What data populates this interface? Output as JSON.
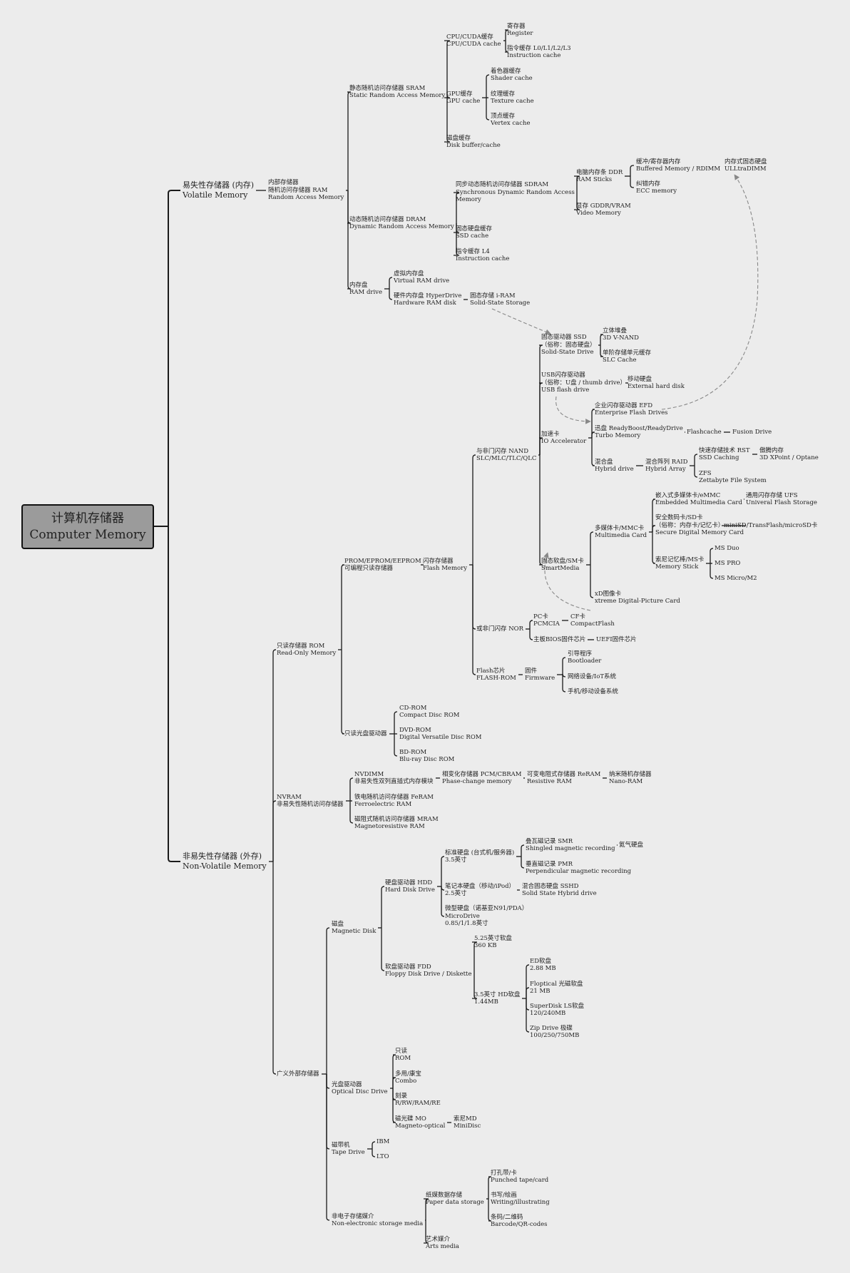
{
  "root": {
    "zh": "计算机存储器",
    "en": "Computer Memory"
  },
  "nodes": [
    {
      "id": "volatile",
      "parent": "root",
      "lines": [
        "易失性存储器 (内存)",
        "Volatile Memory"
      ]
    },
    {
      "id": "nonvolatile",
      "parent": "root",
      "lines": [
        "非易失性存储器 (外存)",
        "Non-Volatile Memory"
      ]
    },
    {
      "id": "internal",
      "parent": "volatile",
      "lines": [
        "内部存储器",
        "随机访问存储器 RAM",
        "Random Access Memory"
      ]
    },
    {
      "id": "sram",
      "parent": "internal",
      "lines": [
        "静态随机访问存储器 SRAM",
        "Static Random Access Memory"
      ]
    },
    {
      "id": "dram",
      "parent": "internal",
      "lines": [
        "动态随机访问存储器 DRAM",
        "Dynamic Random Access Memory"
      ]
    },
    {
      "id": "ramdrive",
      "parent": "internal",
      "lines": [
        "内存盘",
        "RAM drive"
      ]
    },
    {
      "id": "cpucache",
      "parent": "sram",
      "lines": [
        "CPU/CUDA缓存",
        "CPU/CUDA cache"
      ]
    },
    {
      "id": "gpucache",
      "parent": "sram",
      "lines": [
        "GPU缓存",
        "GPU cache"
      ]
    },
    {
      "id": "diskbuf",
      "parent": "sram",
      "lines": [
        "磁盘缓存",
        "Disk buffer/cache"
      ]
    },
    {
      "id": "register",
      "parent": "cpucache",
      "lines": [
        "寄存器",
        "Register"
      ]
    },
    {
      "id": "instcache",
      "parent": "cpucache",
      "lines": [
        "指令缓存 L0/L1/L2/L3",
        "Instruction cache"
      ]
    },
    {
      "id": "shader",
      "parent": "gpucache",
      "lines": [
        "着色器缓存",
        "Shader cache"
      ]
    },
    {
      "id": "texture",
      "parent": "gpucache",
      "lines": [
        "纹理缓存",
        "Texture cache"
      ]
    },
    {
      "id": "vertex",
      "parent": "gpucache",
      "lines": [
        "顶点缓存",
        "Vertex cache"
      ]
    },
    {
      "id": "sdram",
      "parent": "dram",
      "lines": [
        "同步动态随机访问存储器 SDRAM",
        "Synchronous Dynamic Random Access",
        "Memory"
      ]
    },
    {
      "id": "ssdcache",
      "parent": "dram",
      "lines": [
        "固态硬盘缓存",
        "SSD cache"
      ]
    },
    {
      "id": "l4",
      "parent": "dram",
      "lines": [
        "指令缓存 L4",
        "Instruction cache"
      ]
    },
    {
      "id": "ddr",
      "parent": "sdram",
      "lines": [
        "电脑内存条 DDR",
        "RAM Sticks"
      ]
    },
    {
      "id": "gddr",
      "parent": "sdram",
      "lines": [
        "显存 GDDR/VRAM",
        "Video Memory"
      ]
    },
    {
      "id": "rdimm",
      "parent": "ddr",
      "lines": [
        "缓冲/寄存器内存",
        "Buffered Memory / RDIMM"
      ]
    },
    {
      "id": "ecc",
      "parent": "ddr",
      "lines": [
        "纠错内存",
        "ECC memory"
      ]
    },
    {
      "id": "ulltra",
      "parent": "rdimm",
      "lines": [
        "内存式固态硬盘",
        "ULLtraDIMM"
      ]
    },
    {
      "id": "vramdrive",
      "parent": "ramdrive",
      "lines": [
        "虚拟内存盘",
        "Virtual RAM drive"
      ]
    },
    {
      "id": "hyperdrive",
      "parent": "ramdrive",
      "lines": [
        "硬件内存盘 HyperDrive",
        "Hardware RAM disk"
      ]
    },
    {
      "id": "iram",
      "parent": "hyperdrive",
      "lines": [
        "固态存储 i-RAM",
        "Solid-State Storage"
      ]
    },
    {
      "id": "rom",
      "parent": "nonvolatile",
      "lines": [
        "只读存储器 ROM",
        "Read-Only Memory"
      ]
    },
    {
      "id": "nvram",
      "parent": "nonvolatile",
      "lines": [
        "NVRAM",
        "非易失性随机访问存储器"
      ]
    },
    {
      "id": "external",
      "parent": "nonvolatile",
      "lines": [
        "广义外部存储器"
      ]
    },
    {
      "id": "prom",
      "parent": "rom",
      "lines": [
        "PROM/EPROM/EEPROM",
        "可编程只读存储器"
      ]
    },
    {
      "id": "opticalro",
      "parent": "rom",
      "lines": [
        "只读光盘驱动器"
      ]
    },
    {
      "id": "flash",
      "parent": "prom",
      "lines": [
        "闪存存储器",
        "Flash Memory"
      ]
    },
    {
      "id": "nand",
      "parent": "flash",
      "lines": [
        "与非门闪存 NAND",
        "SLC/MLC/TLC/QLC"
      ]
    },
    {
      "id": "nor",
      "parent": "flash",
      "lines": [
        "或非门闪存 NOR"
      ]
    },
    {
      "id": "flashrom",
      "parent": "flash",
      "lines": [
        "Flash芯片",
        "FLASH-ROM"
      ]
    },
    {
      "id": "ssd",
      "parent": "nand",
      "lines": [
        "固态驱动器 SSD",
        "（俗称：固态硬盘）",
        "Solid-State Drive"
      ]
    },
    {
      "id": "usb",
      "parent": "nand",
      "lines": [
        "USB闪存驱动器",
        "（俗称：U盘 / thumb drive）",
        "USB flash drive"
      ]
    },
    {
      "id": "ioacc",
      "parent": "nand",
      "lines": [
        "加速卡",
        "IO Accelerator"
      ]
    },
    {
      "id": "smartmedia",
      "parent": "nand",
      "lines": [
        "固态软盘/SM卡",
        "SmartMedia"
      ]
    },
    {
      "id": "vnand",
      "parent": "ssd",
      "lines": [
        "立体堆叠",
        "3D V-NAND"
      ]
    },
    {
      "id": "slc",
      "parent": "ssd",
      "lines": [
        "单阶存储单元缓存",
        "SLC Cache"
      ]
    },
    {
      "id": "exthdd",
      "parent": "usb",
      "lines": [
        "移动硬盘",
        "External hard disk"
      ]
    },
    {
      "id": "efd",
      "parent": "ioacc",
      "lines": [
        "企业闪存驱动器 EFD",
        "Enterprise Flash Drives"
      ]
    },
    {
      "id": "readyboost",
      "parent": "ioacc",
      "lines": [
        "迅盘 ReadyBoost/ReadyDrive",
        "Turbo Memory"
      ]
    },
    {
      "id": "hybrid",
      "parent": "ioacc",
      "lines": [
        "混合盘",
        "Hybrid drive"
      ]
    },
    {
      "id": "flashcache",
      "parent": "readyboost",
      "lines": [
        "Flashcache"
      ]
    },
    {
      "id": "fusion",
      "parent": "flashcache",
      "lines": [
        "Fusion Drive"
      ]
    },
    {
      "id": "raid",
      "parent": "hybrid",
      "lines": [
        "混合阵列 RAID",
        "Hybrid Array"
      ]
    },
    {
      "id": "rst",
      "parent": "raid",
      "lines": [
        "快速存储技术 RST",
        "SSD Caching"
      ]
    },
    {
      "id": "zfs",
      "parent": "raid",
      "lines": [
        "ZFS",
        "Zettabyte File System"
      ]
    },
    {
      "id": "optane",
      "parent": "rst",
      "lines": [
        "傲腾内存",
        "3D XPoint / Optane"
      ]
    },
    {
      "id": "mmc",
      "parent": "smartmedia",
      "lines": [
        "多媒体卡/MMC卡",
        "Multimedia Card"
      ]
    },
    {
      "id": "xd",
      "parent": "smartmedia",
      "lines": [
        "xD图像卡",
        "xtreme Digital-Picture Card"
      ]
    },
    {
      "id": "emmc",
      "parent": "mmc",
      "lines": [
        "嵌入式多媒体卡/eMMC",
        "Embedded Multimedia Card"
      ]
    },
    {
      "id": "sd",
      "parent": "mmc",
      "lines": [
        "安全数码卡/SD卡",
        "（俗称：内存卡/记忆卡）",
        "Secure Digital Memory Card"
      ]
    },
    {
      "id": "ms",
      "parent": "mmc",
      "lines": [
        "索尼记忆棒/MS卡",
        "Memory Stick"
      ]
    },
    {
      "id": "ufs",
      "parent": "emmc",
      "lines": [
        "通用闪存存储 UFS",
        "Univeral Flash Storage"
      ]
    },
    {
      "id": "minisd",
      "parent": "sd",
      "lines": [
        "miniSD/TransFlash/microSD卡"
      ]
    },
    {
      "id": "msduo",
      "parent": "ms",
      "lines": [
        "MS Duo"
      ]
    },
    {
      "id": "mspro",
      "parent": "ms",
      "lines": [
        "MS PRO"
      ]
    },
    {
      "id": "msmicro",
      "parent": "ms",
      "lines": [
        "MS Micro/M2"
      ]
    },
    {
      "id": "pcmcia",
      "parent": "nor",
      "lines": [
        "PC卡",
        "PCMCIA"
      ]
    },
    {
      "id": "bios",
      "parent": "nor",
      "lines": [
        "主板BIOS固件芯片"
      ]
    },
    {
      "id": "cf",
      "parent": "pcmcia",
      "lines": [
        "CF卡",
        "CompactFlash"
      ]
    },
    {
      "id": "uefi",
      "parent": "bios",
      "lines": [
        "UEFI固件芯片"
      ]
    },
    {
      "id": "firmware",
      "parent": "flashrom",
      "lines": [
        "固件",
        "Firmware"
      ]
    },
    {
      "id": "bootloader",
      "parent": "firmware",
      "lines": [
        "引导程序",
        "Bootloader"
      ]
    },
    {
      "id": "iot",
      "parent": "firmware",
      "lines": [
        "网络设备/IoT系统"
      ]
    },
    {
      "id": "mobilesys",
      "parent": "firmware",
      "lines": [
        "手机/移动设备系统"
      ]
    },
    {
      "id": "cdrom",
      "parent": "opticalro",
      "lines": [
        "CD-ROM",
        "Compact Disc ROM"
      ]
    },
    {
      "id": "dvdrom",
      "parent": "opticalro",
      "lines": [
        "DVD-ROM",
        "Digital Versatile Disc ROM"
      ]
    },
    {
      "id": "bdrom",
      "parent": "opticalro",
      "lines": [
        "BD-ROM",
        "Blu-ray Disc ROM"
      ]
    },
    {
      "id": "nvdimm",
      "parent": "nvram",
      "lines": [
        "NVDIMM",
        "非易失性双列直插式内存模块"
      ]
    },
    {
      "id": "feram",
      "parent": "nvram",
      "lines": [
        "铁电随机访问存储器 FeRAM",
        "Ferroelectric RAM"
      ]
    },
    {
      "id": "mram",
      "parent": "nvram",
      "lines": [
        "磁阻式随机访问存储器 MRAM",
        "Magnetoresistive RAM"
      ]
    },
    {
      "id": "pcm",
      "parent": "nvdimm",
      "lines": [
        "相变化存储器 PCM/CBRAM",
        "Phase-change memory"
      ]
    },
    {
      "id": "reram",
      "parent": "pcm",
      "lines": [
        "可变电阻式存储器 ReRAM",
        "Resistive RAM"
      ]
    },
    {
      "id": "nanoram",
      "parent": "reram",
      "lines": [
        "纳米随机存储器",
        "Nano-RAM"
      ]
    },
    {
      "id": "magdisk",
      "parent": "external",
      "lines": [
        "磁盘",
        "Magnetic Disk"
      ]
    },
    {
      "id": "optical",
      "parent": "external",
      "lines": [
        "光盘驱动器",
        "Optical Disc Drive"
      ]
    },
    {
      "id": "tape",
      "parent": "external",
      "lines": [
        "磁带机",
        "Tape Drive"
      ]
    },
    {
      "id": "nonelec",
      "parent": "external",
      "lines": [
        "非电子存储媒介",
        "Non-electronic storage media"
      ]
    },
    {
      "id": "hdd",
      "parent": "magdisk",
      "lines": [
        "硬盘驱动器 HDD",
        "Hard Disk Drive"
      ]
    },
    {
      "id": "fdd",
      "parent": "magdisk",
      "lines": [
        "软盘驱动器 FDD",
        "Floppy Disk Drive / Diskette"
      ]
    },
    {
      "id": "std35",
      "parent": "hdd",
      "lines": [
        "标准硬盘 (台式机/服务器)",
        "3.5英寸"
      ]
    },
    {
      "id": "lap25",
      "parent": "hdd",
      "lines": [
        "笔记本硬盘（移动/iPod）",
        "2.5英寸"
      ]
    },
    {
      "id": "micro",
      "parent": "hdd",
      "lines": [
        "微型硬盘（诺基亚N91/PDA）",
        "MicroDrive",
        "0.85/1/1.8英寸"
      ]
    },
    {
      "id": "smr",
      "parent": "std35",
      "lines": [
        "叠瓦磁记录 SMR",
        "Shingled magnetic recording"
      ]
    },
    {
      "id": "pmr",
      "parent": "std35",
      "lines": [
        "垂直磁记录 PMR",
        "Perpendicular magnetic recording"
      ]
    },
    {
      "id": "helium",
      "parent": "smr",
      "lines": [
        "氦气硬盘"
      ]
    },
    {
      "id": "sshd",
      "parent": "lap25",
      "lines": [
        "混合固态硬盘 SSHD",
        "Solid State Hybrid drive"
      ]
    },
    {
      "id": "f525",
      "parent": "fdd",
      "lines": [
        "5.25英寸软盘",
        "360 KB"
      ]
    },
    {
      "id": "f35",
      "parent": "fdd",
      "lines": [
        "3.5英寸 HD软盘",
        "1.44MB"
      ]
    },
    {
      "id": "ed",
      "parent": "f35",
      "lines": [
        "ED软盘",
        "2.88 MB"
      ]
    },
    {
      "id": "floptical",
      "parent": "f35",
      "lines": [
        "Floptical 光磁软盘",
        "21 MB"
      ]
    },
    {
      "id": "superdisk",
      "parent": "f35",
      "lines": [
        "SuperDisk LS软盘",
        "120/240MB"
      ]
    },
    {
      "id": "zip",
      "parent": "f35",
      "lines": [
        "Zip Drive 极碟",
        "100/250/750MB"
      ]
    },
    {
      "id": "orom",
      "parent": "optical",
      "lines": [
        "只读",
        "ROM"
      ]
    },
    {
      "id": "combo",
      "parent": "optical",
      "lines": [
        "多用/康宝",
        "Combo"
      ]
    },
    {
      "id": "burn",
      "parent": "optical",
      "lines": [
        "刻录",
        "R/RW/RAM/RE"
      ]
    },
    {
      "id": "mo",
      "parent": "optical",
      "lines": [
        "磁光碟 MO",
        "Magneto-optical"
      ]
    },
    {
      "id": "minidisc",
      "parent": "mo",
      "lines": [
        "索尼MD",
        "MiniDisc"
      ]
    },
    {
      "id": "ibm",
      "parent": "tape",
      "lines": [
        "IBM"
      ]
    },
    {
      "id": "lto",
      "parent": "tape",
      "lines": [
        "LTO"
      ]
    },
    {
      "id": "paper",
      "parent": "nonelec",
      "lines": [
        "纸媒数据存储",
        "Paper data storage"
      ]
    },
    {
      "id": "arts",
      "parent": "nonelec",
      "lines": [
        "艺术媒介",
        "Arts media"
      ]
    },
    {
      "id": "punched",
      "parent": "paper",
      "lines": [
        "打孔带/卡",
        "Punched tape/card"
      ]
    },
    {
      "id": "writing",
      "parent": "paper",
      "lines": [
        "书写/绘画",
        "Writing/illustrating"
      ]
    },
    {
      "id": "barcode",
      "parent": "paper",
      "lines": [
        "条码/二维码",
        "Barcode/QR-codes"
      ]
    }
  ],
  "cross_links": [
    {
      "from": "iram",
      "to": "ssd"
    },
    {
      "from": "efd",
      "to": "ulltra"
    },
    {
      "from": "usb",
      "to": "readyboost"
    },
    {
      "from": "xd",
      "to": "smartmedia"
    }
  ]
}
